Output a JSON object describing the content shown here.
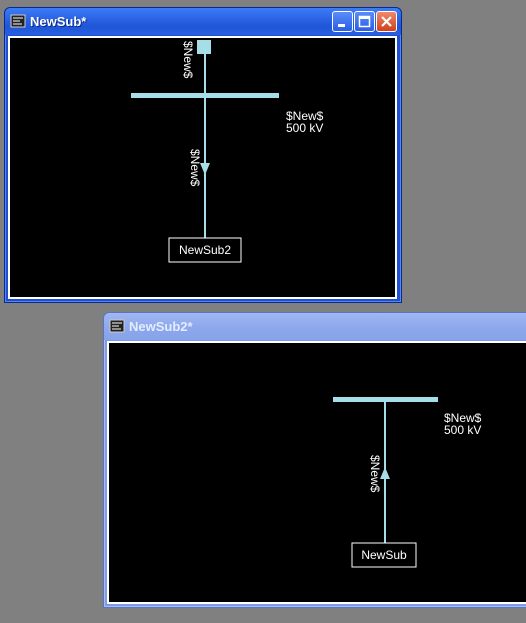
{
  "windows": {
    "top": {
      "title": "NewSub*",
      "bus_name": "$New$",
      "bus_voltage": "500 kV",
      "top_label": "$New$",
      "line_label": "$New$",
      "substation_box": "NewSub2"
    },
    "bottom": {
      "title": "NewSub2*",
      "bus_name": "$New$",
      "bus_voltage": "500 kV",
      "line_label": "$New$",
      "substation_box": "NewSub"
    }
  },
  "colors": {
    "desktop": "#808080",
    "titlebar_active": "#2a61e2",
    "canvas": "#000000",
    "element": "#a6dde8"
  }
}
